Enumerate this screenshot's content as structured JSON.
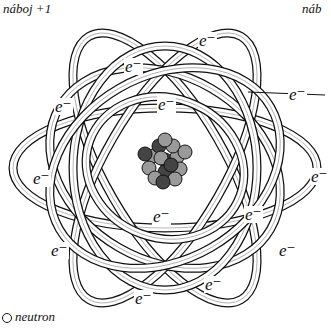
{
  "diagram": {
    "labels": [
      "náboj +1",
      "náb",
      "e⁻",
      "e⁻",
      "e⁻",
      "e⁻",
      "e⁻",
      "e⁻",
      "e⁻",
      "e⁻",
      "e⁻",
      "e⁻",
      "e⁻",
      "e⁻",
      "e⁻",
      "neutron"
    ]
  }
}
